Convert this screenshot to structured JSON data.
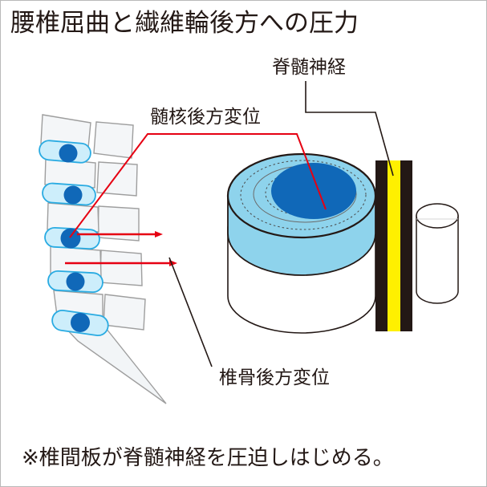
{
  "page": {
    "title": "腰椎屈曲と繊維輪後方への圧力",
    "caption": "※椎間板が脊髄神経を圧迫しはじめる。",
    "background_color": "#ffffff",
    "border_color": "#b9b9b9",
    "text_color": "#231815"
  },
  "labels": {
    "nucleus_displacement": "髄核後方変位",
    "spinal_nerve": "脊髄神経",
    "vertebra_displacement": "椎骨後方変位"
  },
  "colors": {
    "annulus_light_blue": "#8ed3ec",
    "annulus_pale_blue": "#a8dcf0",
    "nucleus_blue": "#1068b8",
    "disc_outline": "#231815",
    "vertebra_fill": "#f4f6f8",
    "vertebra_stroke": "#9e9e9e",
    "arrow_red": "#e60012",
    "leader_red": "#e60012",
    "leader_black": "#231815",
    "nerve_black": "#231815",
    "nerve_yellow": "#fff000",
    "cylinder_white": "#ffffff"
  },
  "spine": {
    "description": "腰椎側面図",
    "vertebra_count": 6,
    "disc_count": 5,
    "sacrum": "仙骨"
  },
  "disc_model": {
    "description": "椎間板立体図",
    "annulus_rings": 4,
    "nucleus_offset": "posterior"
  },
  "arrows": {
    "count": 2,
    "direction": "posterior"
  }
}
